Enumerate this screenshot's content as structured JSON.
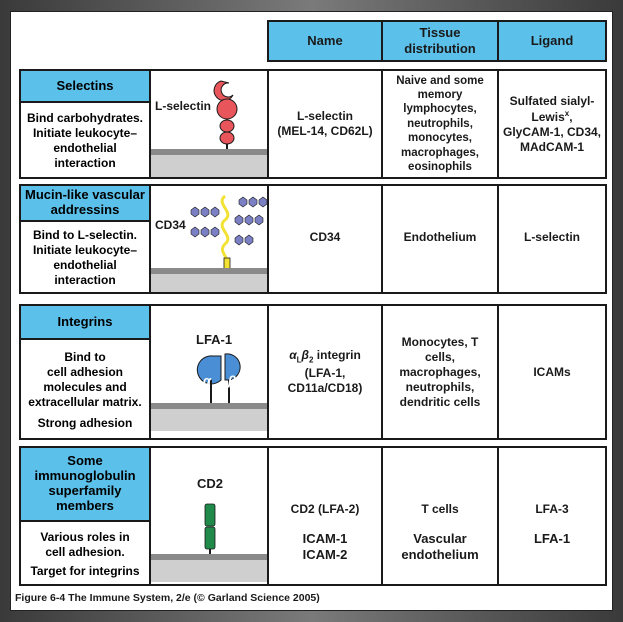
{
  "headers": {
    "name": "Name",
    "tissue": "Tissue distribution",
    "ligand": "Ligand"
  },
  "rows": [
    {
      "category": "Selectins",
      "description": [
        "Bind carbohydrates.",
        "Initiate leukocyte–",
        "endothelial",
        "interaction"
      ],
      "molecule_label": "L-selectin",
      "name": "L-selectin\n(MEL-14, CD62L)",
      "tissue": "Naive and some memory lymphocytes, neutrophils, monocytes, macrophages, eosinophils",
      "ligand_lines": [
        "Sulfated sialyl-",
        "Lewis",
        "GlyCAM-1, CD34,",
        "MAdCAM-1"
      ],
      "ligand_sup": "x"
    },
    {
      "category": "Mucin-like vascular addressins",
      "description": [
        "Bind to L-selectin.",
        "Initiate leukocyte–",
        "endothelial",
        "interaction"
      ],
      "molecule_label": "CD34",
      "name": "CD34",
      "tissue": "Endothelium",
      "ligand": "L-selectin"
    },
    {
      "category": "Integrins",
      "description": [
        "Bind to",
        "cell adhesion",
        "molecules and",
        "extracellular matrix.",
        "Strong adhesion"
      ],
      "molecule_label": "LFA-1",
      "alpha": "α",
      "beta": "β",
      "name_greek": "α",
      "name_sub1": "L",
      "name_beta": "β",
      "name_sub2": "2",
      "name_rest": " integrin",
      "name_lines": [
        "(LFA-1,",
        "CD11a/CD18)"
      ],
      "tissue": "Monocytes, T cells, macrophages, neutrophils, dendritic cells",
      "ligand": "ICAMs"
    },
    {
      "category": "Some immunoglobulin superfamily members",
      "description": [
        "Various roles in",
        "cell adhesion.",
        "Target for integrins"
      ],
      "molecule_label": "CD2",
      "name_top": "CD2 (LFA-2)",
      "name_bottom": [
        "ICAM-1",
        "ICAM-2"
      ],
      "tissue_top": "T cells",
      "tissue_bottom": [
        "Vascular",
        "endothelium"
      ],
      "ligand_top": "LFA-3",
      "ligand_bottom": "LFA-1"
    }
  ],
  "caption": "Figure 6-4  The Immune System, 2/e (© Garland Science 2005)",
  "colors": {
    "header_blue": "#5bc0ea",
    "selectin_red": "#e8555a",
    "cd34_yellow": "#f2e233",
    "mucin_purple": "#7b7fc4",
    "integrin_blue": "#4a8fd6",
    "cd2_green": "#1f8a4a"
  }
}
